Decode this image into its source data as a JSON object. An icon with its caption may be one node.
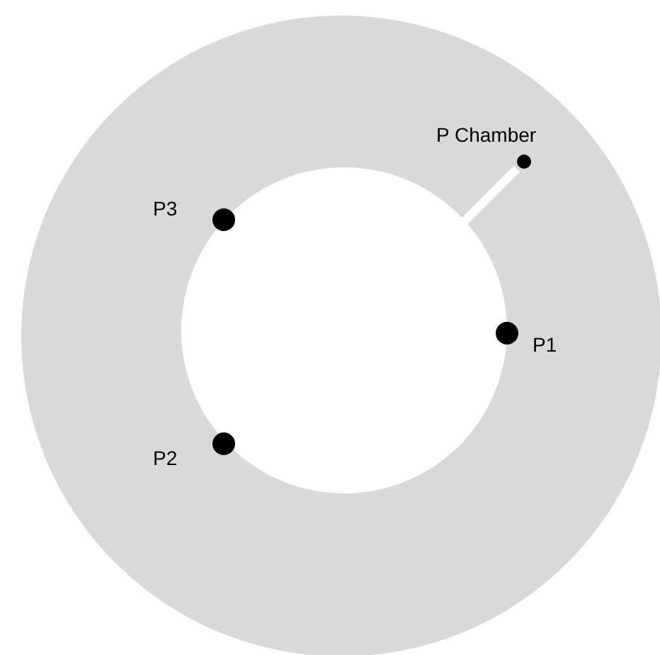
{
  "diagram": {
    "nodes": [
      {
        "text": [],
        "shape": "circle"
      },
      {
        "text": [
          "P Chamber"
        ],
        "in": 0
      },
      {
        "text": [
          "P3"
        ],
        "in": 0
      },
      {
        "text": [
          "P1"
        ],
        "in": 0
      },
      {
        "text": [
          "P2"
        ],
        "in": 0
      }
    ]
  }
}
